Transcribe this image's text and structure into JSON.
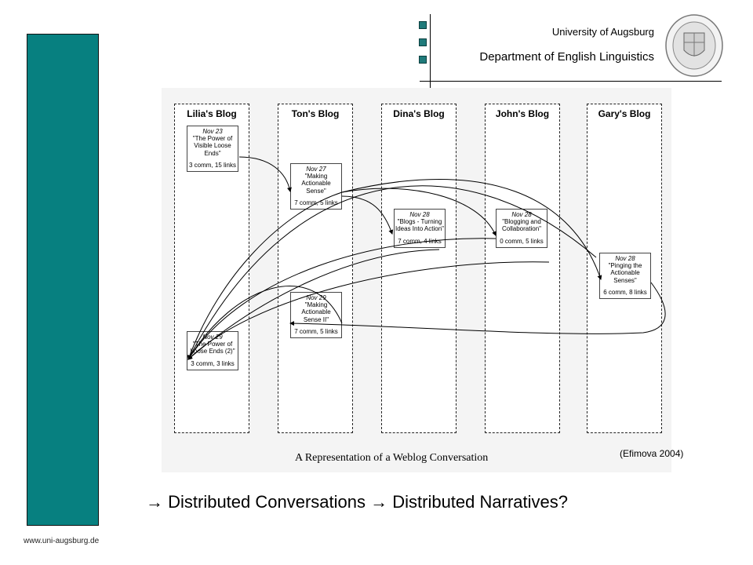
{
  "header": {
    "university": "University of Augsburg",
    "department": "Department of English Linguistics"
  },
  "footer": {
    "url": "www.uni-augsburg.de"
  },
  "figure": {
    "caption": "A Representation of a Weblog Conversation",
    "citation": "(Efimova 2004)",
    "blogs": [
      "Lilia's Blog",
      "Ton's Blog",
      "Dina's Blog",
      "John's Blog",
      "Gary's Blog"
    ],
    "posts": [
      {
        "date": "Nov 23",
        "title": "\"The Power of Visible Loose Ends\"",
        "stats": "3 comm, 15 links"
      },
      {
        "date": "Nov 27",
        "title": "\"Making Actionable Sense\"",
        "stats": "7 comm, 5 links"
      },
      {
        "date": "Nov 28",
        "title": "\"Blogs - Turning Ideas Into Action\"",
        "stats": "7 comm, 4 links"
      },
      {
        "date": "Nov 28",
        "title": "\"Blogging and Collaboration\"",
        "stats": "0 comm, 5 links"
      },
      {
        "date": "Nov 28",
        "title": "\"Pinging the Actionable Senses\"",
        "stats": "6 comm, 8 links"
      },
      {
        "date": "Nov 29",
        "title": "\"Making Actionable Sense II\"",
        "stats": "7 comm, 5 links"
      },
      {
        "date": "Nov 29",
        "title": "\"The Power of Loose Ends (2)\"",
        "stats": "3 comm, 3 links"
      }
    ]
  },
  "conclusion": "→ Distributed Conversations → Distributed Narratives?",
  "colors": {
    "sidebar": "#078080",
    "bullet": "#1f7a7a"
  }
}
